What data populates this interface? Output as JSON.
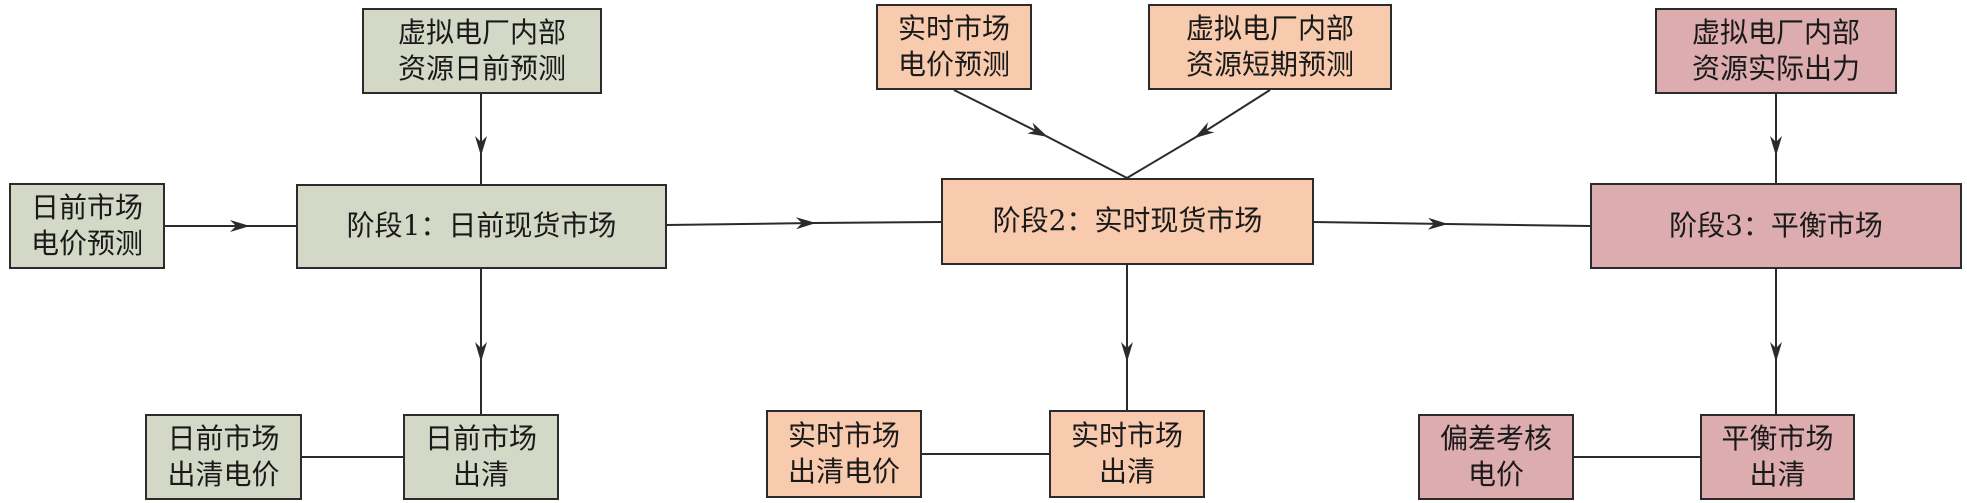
{
  "nodes": {
    "da_price_forecast": "日前市场\n电价预测",
    "vpp_da_forecast": "虚拟电厂内部\n资源日前预测",
    "stage1": "阶段1：日前现货市场",
    "da_clearing": "日前市场\n出清",
    "da_clearing_price": "日前市场\n出清电价",
    "rt_price_forecast": "实时市场\n电价预测",
    "vpp_short_forecast": "虚拟电厂内部\n资源短期预测",
    "stage2": "阶段2：实时现货市场",
    "rt_clearing": "实时市场\n出清",
    "rt_clearing_price": "实时市场\n出清电价",
    "vpp_actual_output": "虚拟电厂内部\n资源实际出力",
    "stage3": "阶段3：平衡市场",
    "balance_clearing": "平衡市场\n出清",
    "deviation_price": "偏差考核\n电价"
  },
  "colors": {
    "stage1_fill": "#d3d9c6",
    "stage2_fill": "#f8cbae",
    "stage3_fill": "#dcacaf",
    "stroke": "#2b2b2b"
  }
}
